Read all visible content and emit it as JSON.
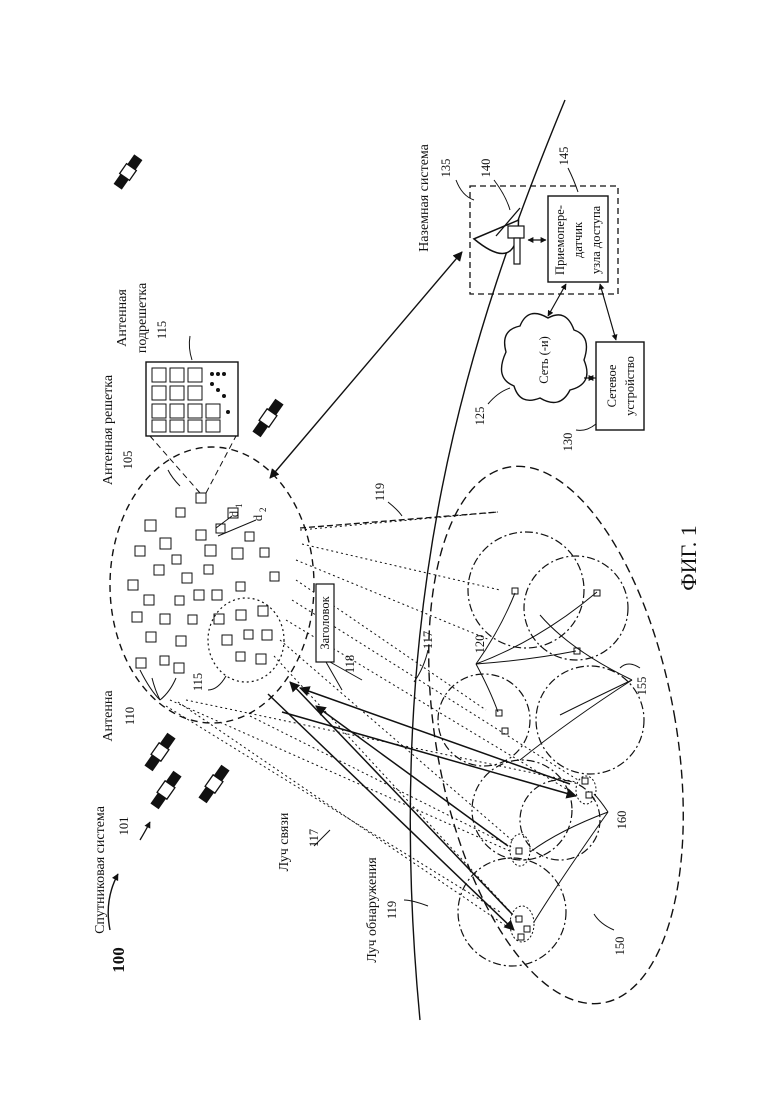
{
  "figure": {
    "number": "100",
    "caption": "ФИГ. 1"
  },
  "labels": {
    "satellite_system": "Спутниковая система",
    "satellite_system_num": "101",
    "antenna": "Антенна",
    "antenna_num": "110",
    "antenna_array": "Антенная решетка",
    "antenna_array_num": "105",
    "antenna_subarray_1": "Антенная",
    "antenna_subarray_2": "подрешетка",
    "antenna_subarray_num": "115",
    "subarray_inner_num": "115",
    "d1": "d",
    "d1_sub": "1",
    "d2": "d",
    "d2_sub": "2",
    "ground_system": "Наземная система",
    "ground_system_num": "135",
    "dish_num": "140",
    "transceiver_num": "145",
    "transceiver_1": "Приемопере-",
    "transceiver_2": "датчик",
    "transceiver_3": "узла доступа",
    "network": "Сеть (-и)",
    "network_num": "125",
    "network_device_1": "Сетевое",
    "network_device_2": "устройство",
    "network_device_num": "130",
    "comm_beam": "Луч связи",
    "comm_beam_num": "117",
    "detect_beam_1": "Луч обнаружения",
    "detect_beam_num": "119",
    "header": "Заголовок",
    "header_num": "118",
    "beam_117_num": "117",
    "beam_119_num": "119",
    "cell_120": "120",
    "cell_150": "150",
    "cell_155": "155",
    "cell_160": "160"
  }
}
